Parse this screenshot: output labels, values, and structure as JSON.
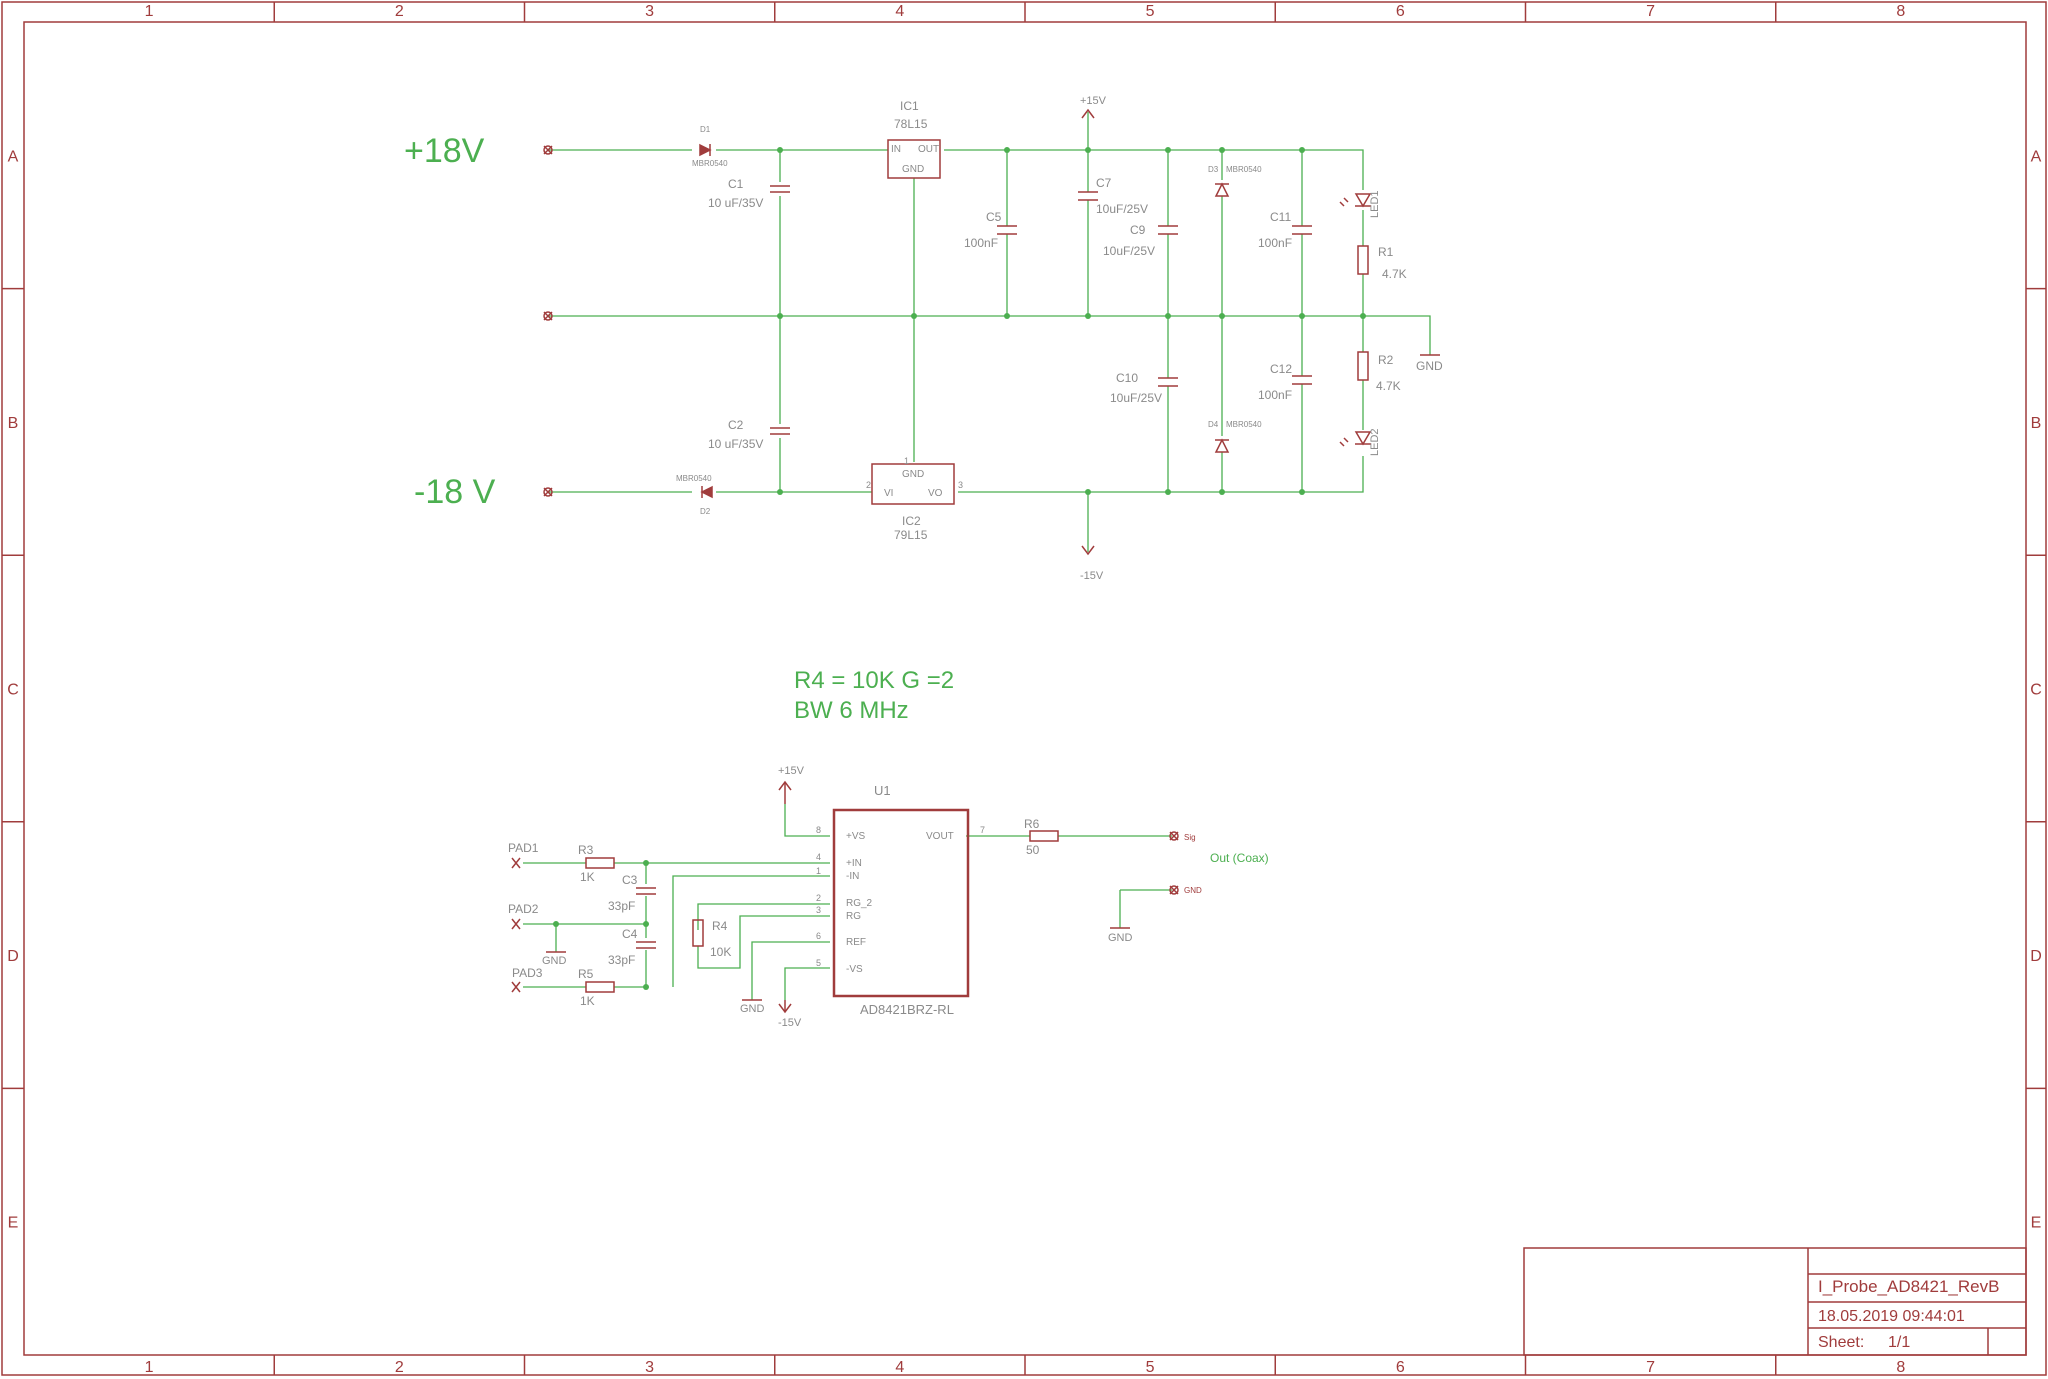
{
  "frame": {
    "columns": [
      "1",
      "2",
      "3",
      "4",
      "5",
      "6",
      "7",
      "8"
    ],
    "rows": [
      "A",
      "B",
      "C",
      "D",
      "E"
    ]
  },
  "colors": {
    "frame": "#a03c3c",
    "wire": "#4caf50",
    "part": "#a03c3c",
    "partText": "#8a8a8a",
    "netText": "#4caf50"
  },
  "power": {
    "plus18": "+18V",
    "minus18": "-18 V",
    "ic1": {
      "name": "IC1",
      "value": "78L15",
      "in": "IN",
      "out": "OUT",
      "gnd": "GND"
    },
    "ic2": {
      "name": "IC2",
      "value": "79L15",
      "vi": "VI",
      "vo": "VO",
      "gnd": "GND",
      "pin2": "2",
      "pin3": "3",
      "pin1": "1"
    },
    "d1": {
      "name": "D1",
      "value": "MBR0540"
    },
    "d2": {
      "name": "D2",
      "value": "MBR0540"
    },
    "d3": {
      "name": "D3",
      "value": "MBR0540"
    },
    "d4": {
      "name": "D4",
      "value": "MBR0540"
    },
    "c1": {
      "name": "C1",
      "value": "10 uF/35V"
    },
    "c2": {
      "name": "C2",
      "value": "10 uF/35V"
    },
    "c5": {
      "name": "C5",
      "value": "100nF"
    },
    "c7": {
      "name": "C7",
      "value": "10uF/25V"
    },
    "c9": {
      "name": "C9",
      "value": "10uF/25V"
    },
    "c10": {
      "name": "C10",
      "value": "10uF/25V"
    },
    "c11": {
      "name": "C11",
      "value": "100nF"
    },
    "c12": {
      "name": "C12",
      "value": "100nF"
    },
    "r1": {
      "name": "R1",
      "value": "4.7K"
    },
    "r2": {
      "name": "R2",
      "value": "4.7K"
    },
    "led1": "LED1",
    "led2": "LED2",
    "plus15": "+15V",
    "minus15": "-15V",
    "gnd": "GND"
  },
  "notes": {
    "line1": "R4 = 10K  G =2",
    "line2": "BW 6 MHz"
  },
  "amp": {
    "u1": {
      "name": "U1",
      "value": "AD8421BRZ-RL",
      "pins": {
        "vsp": "+VS",
        "inp": "+IN",
        "inn": "-IN",
        "rg2": "RG_2",
        "rg": "RG",
        "ref": "REF",
        "vsn": "-VS",
        "vout": "VOUT"
      },
      "pinnums": {
        "p8": "8",
        "p4": "4",
        "p1": "1",
        "p2": "2",
        "p3": "3",
        "p6": "6",
        "p5": "5",
        "p7": "7"
      }
    },
    "pad1": "PAD1",
    "pad2": "PAD2",
    "pad3": "PAD3",
    "r3": {
      "name": "R3",
      "value": "1K"
    },
    "r5": {
      "name": "R5",
      "value": "1K"
    },
    "r4": {
      "name": "R4",
      "value": "10K"
    },
    "r6": {
      "name": "R6",
      "value": "50"
    },
    "c3": {
      "name": "C3",
      "value": "33pF"
    },
    "c4": {
      "name": "C4",
      "value": "33pF"
    },
    "plus15": "+15V",
    "minus15": "-15V",
    "gnd": "GND",
    "sig": "Sig",
    "gndpin": "GND",
    "out": "Out (Coax)"
  },
  "titleblock": {
    "name": "I_Probe_AD8421_RevB",
    "date": "18.05.2019 09:44:01",
    "sheet_label": "Sheet:",
    "sheet_value": "1/1"
  }
}
